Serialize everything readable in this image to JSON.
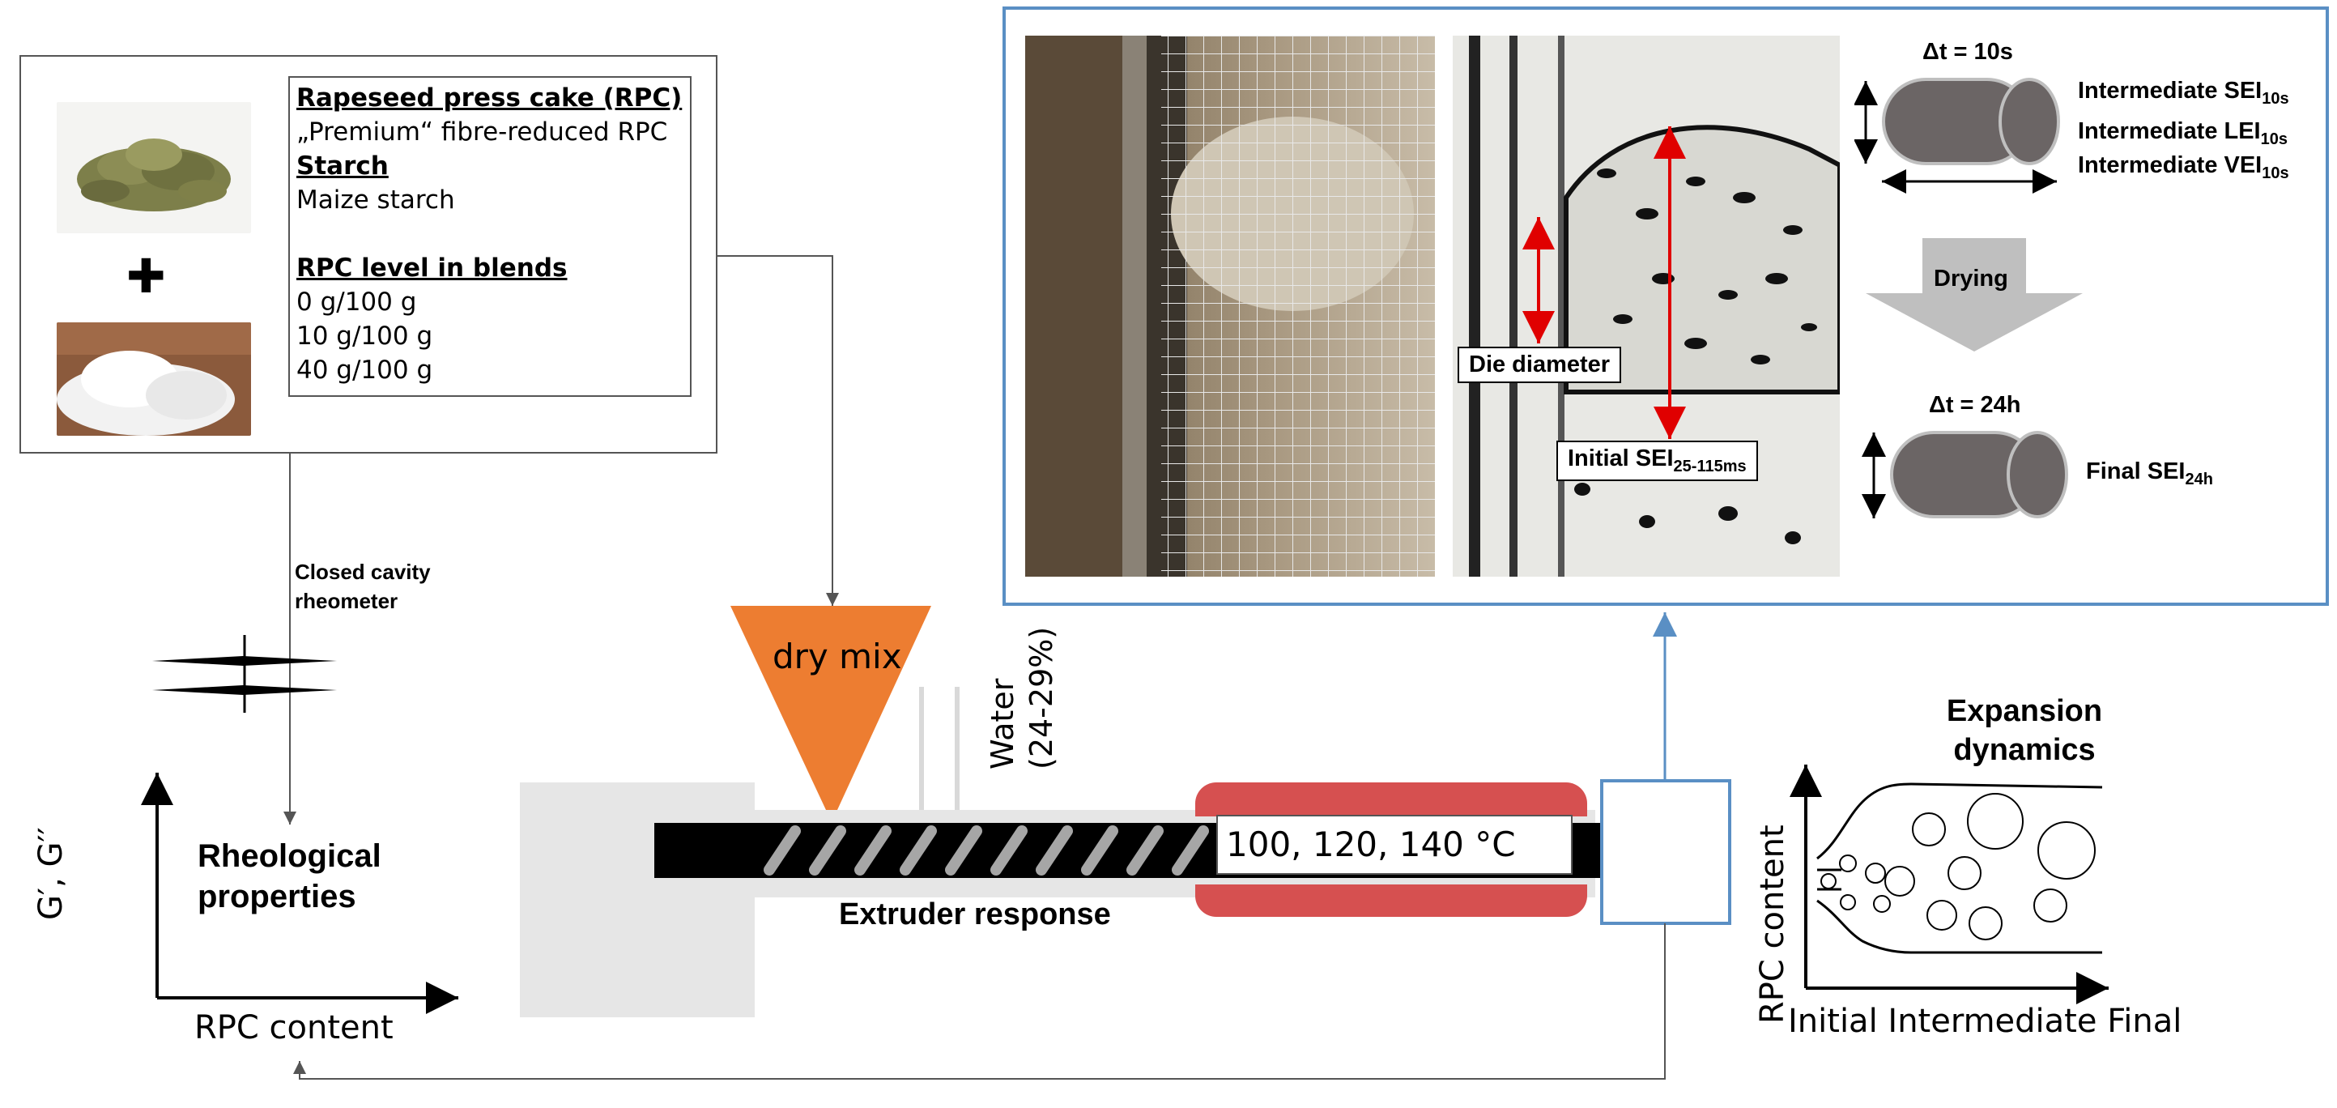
{
  "materials": {
    "rpc_heading": "Rapeseed press cake (RPC)",
    "rpc_value": "„Premium“ fibre-reduced RPC",
    "starch_heading": "Starch",
    "starch_value": "Maize starch",
    "blend_heading": "RPC level in blends",
    "blend_levels": [
      "0 g/100 g",
      "10 g/100 g",
      "40 g/100 g"
    ],
    "plus_symbol": "✚"
  },
  "rheometer": {
    "label_line1": "Closed cavity",
    "label_line2": "rheometer"
  },
  "rheology_plot": {
    "y_label": "G′, G′′",
    "x_label": "RPC content",
    "title_line1": "Rheological",
    "title_line2": "properties"
  },
  "extruder": {
    "hopper_label": "dry mix",
    "water_line1": "Water",
    "water_line2": "(24-29%)",
    "temperature_label": "100, 120, 140 °C",
    "response_label": "Extruder response"
  },
  "highspeed": {
    "die_diameter_label": "Die diameter",
    "initial_sei_label": "Initial SEI",
    "initial_sei_sub": "25-115ms",
    "dt1": "Δt = 10s",
    "intermediate_sei": "Intermediate SEI",
    "intermediate_lei": "Intermediate LEI",
    "intermediate_vei": "Intermediate VEI",
    "sub_10s": "10s",
    "drying_label": "Drying",
    "dt2": "Δt = 24h",
    "final_sei": "Final SEI",
    "sub_24h": "24h"
  },
  "expansion_plot": {
    "title_line1": "Expansion",
    "title_line2": "dynamics",
    "y_label": "RPC content",
    "x_labels": [
      "Initial",
      "Intermediate",
      "Final"
    ]
  },
  "colors": {
    "hopper": "#ed7d31",
    "heater": "#d65050",
    "panel_border": "#5a8fc4",
    "barrel": "#e6e6e6",
    "screw": "#000000",
    "flight": "#a6a6a6",
    "cylinder": "#6b6565"
  }
}
